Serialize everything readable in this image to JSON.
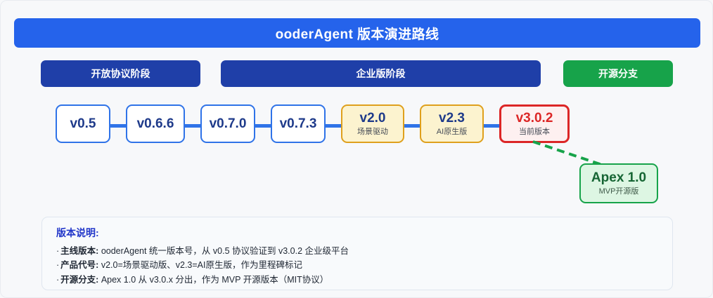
{
  "header": {
    "title": "ooderAgent 版本演进路线",
    "background_color": "#2563eb"
  },
  "stages": [
    {
      "label": "开放协议阶段",
      "color": "#1f3fa8"
    },
    {
      "label": "企业版阶段",
      "color": "#1f3fa8"
    },
    {
      "label": "开源分支",
      "color": "#17a34a"
    }
  ],
  "timeline": {
    "nodes": [
      {
        "version": "v0.5",
        "subtitle": "",
        "kind": "base"
      },
      {
        "version": "v0.6.6",
        "subtitle": "",
        "kind": "base"
      },
      {
        "version": "v0.7.0",
        "subtitle": "",
        "kind": "base"
      },
      {
        "version": "v0.7.3",
        "subtitle": "",
        "kind": "base"
      },
      {
        "version": "v2.0",
        "subtitle": "场景驱动",
        "kind": "milestone"
      },
      {
        "version": "v2.3",
        "subtitle": "AI原生版",
        "kind": "milestone"
      },
      {
        "version": "v3.0.2",
        "subtitle": "当前版本",
        "kind": "current"
      }
    ],
    "branch": {
      "version": "Apex 1.0",
      "subtitle": "MVP开源版",
      "kind": "branch"
    },
    "connector_color": "#2f73e8",
    "branch_line_color": "#17a34a"
  },
  "legend": {
    "title": "版本说明:",
    "items": [
      {
        "bullet": "·",
        "key": "主线版本:",
        "text": " ooderAgent 统一版本号，从 v0.5 协议验证到 v3.0.2 企业级平台"
      },
      {
        "bullet": "·",
        "key": "产品代号:",
        "text": " v2.0=场景驱动版、v2.3=AI原生版，作为里程碑标记"
      },
      {
        "bullet": "·",
        "key": "开源分支:",
        "text": " Apex 1.0 从 v3.0.x 分出，作为 MVP 开源版本（MIT协议）"
      }
    ]
  }
}
